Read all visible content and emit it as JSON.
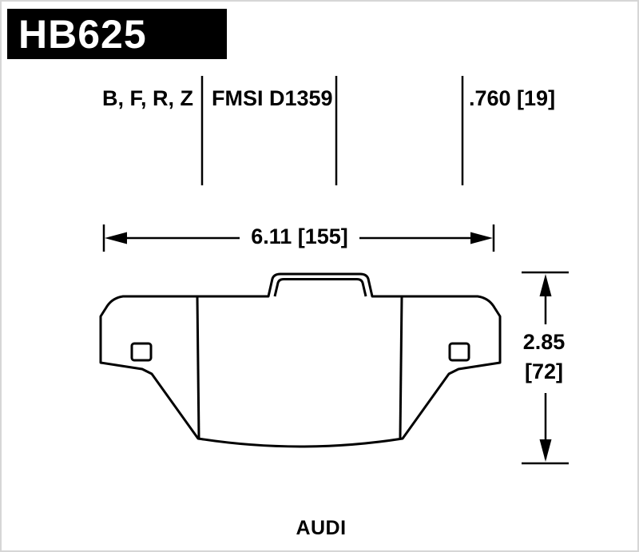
{
  "colors": {
    "banner_bg": "#000000",
    "banner_text": "#ffffff",
    "line": "#000000",
    "background": "#ffffff"
  },
  "header": {
    "part_number": "HB625"
  },
  "specs": {
    "compounds": "B, F, R, Z",
    "fmsi": "FMSI D1359",
    "thickness": ".760 [19]"
  },
  "dimensions": {
    "width": "6.11 [155]",
    "height_value": "2.85",
    "height_bracket": "[72]"
  },
  "footer": {
    "vehicle": "AUDI"
  }
}
